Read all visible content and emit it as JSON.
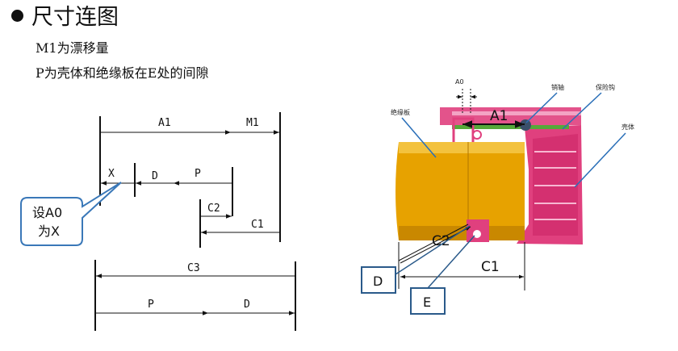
{
  "header": {
    "title": "尺寸连图",
    "line1": "M1为漂移量",
    "line2": "P为壳体和绝缘板在E处的间隙"
  },
  "left_chain": {
    "A1": "A1",
    "M1": "M1",
    "X": "X",
    "D": "D",
    "P": "P",
    "C2": "C2",
    "C1": "C1",
    "C3": "C3",
    "P2": "P",
    "D2": "D"
  },
  "callout": {
    "line_a": "设A0",
    "line_b": "为X"
  },
  "right_figure": {
    "A0": "A0",
    "A1": "A1",
    "C2": "C2",
    "C1": "C1",
    "D": "D",
    "E": "E",
    "insulator": "绝缘板",
    "pin": "销轴",
    "hook": "保险钩",
    "housing": "壳体"
  },
  "colors": {
    "housing": "#e0407e",
    "cylinder": "#e7a200",
    "arrow_blue": "#2a6fb8",
    "box_border": "#2a5a8a"
  }
}
